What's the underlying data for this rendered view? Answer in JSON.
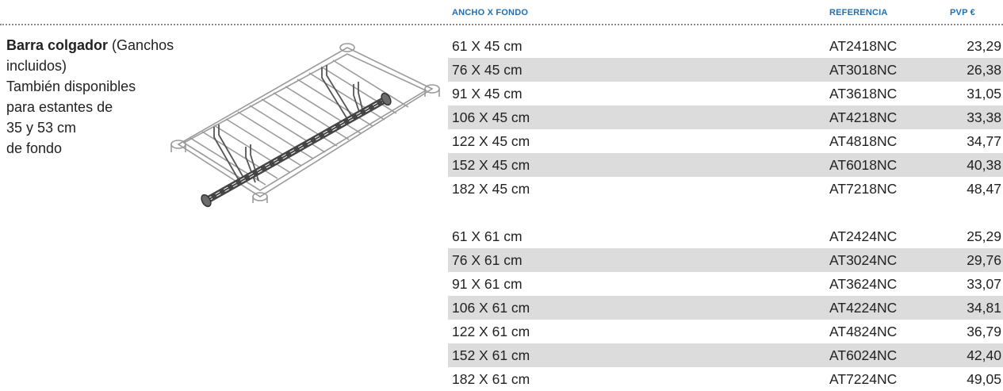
{
  "header": {
    "size_label": "ANCHO X FONDO",
    "ref_label": "REFERENCIA",
    "price_label": "PVP €"
  },
  "description": {
    "title": "Barra colgador",
    "title_suffix": " (Ganchos",
    "lines": [
      "incluidos)",
      "También disponibles",
      "para estantes de",
      "35 y 53 cm",
      "de fondo"
    ]
  },
  "illustration": {
    "icon": "wire-shelf-hanging-bar-illustration"
  },
  "tables": [
    {
      "rows": [
        {
          "size": "61 X 45 cm",
          "ref": "AT2418NC",
          "price": "23,29"
        },
        {
          "size": "76 X 45 cm",
          "ref": "AT3018NC",
          "price": "26,38"
        },
        {
          "size": "91 X 45 cm",
          "ref": "AT3618NC",
          "price": "31,05"
        },
        {
          "size": "106 X 45 cm",
          "ref": "AT4218NC",
          "price": "33,38"
        },
        {
          "size": "122 X 45 cm",
          "ref": "AT4818NC",
          "price": "34,77"
        },
        {
          "size": "152 X 45 cm",
          "ref": "AT6018NC",
          "price": "40,38"
        },
        {
          "size": "182 X 45 cm",
          "ref": "AT7218NC",
          "price": "48,47"
        }
      ]
    },
    {
      "rows": [
        {
          "size": "61 X 61 cm",
          "ref": "AT2424NC",
          "price": "25,29"
        },
        {
          "size": "76 X 61 cm",
          "ref": "AT3024NC",
          "price": "29,76"
        },
        {
          "size": "91 X 61 cm",
          "ref": "AT3624NC",
          "price": "33,07"
        },
        {
          "size": "106 X 61 cm",
          "ref": "AT4224NC",
          "price": "34,81"
        },
        {
          "size": "122 X 61 cm",
          "ref": "AT4824NC",
          "price": "36,79"
        },
        {
          "size": "152 X 61 cm",
          "ref": "AT6024NC",
          "price": "42,40"
        },
        {
          "size": "182 X 61 cm",
          "ref": "AT7224NC",
          "price": "49,05"
        }
      ]
    }
  ],
  "colors": {
    "header_blue": "#1f6fb5",
    "row_shade": "#dcdcdc",
    "text": "#222222"
  }
}
